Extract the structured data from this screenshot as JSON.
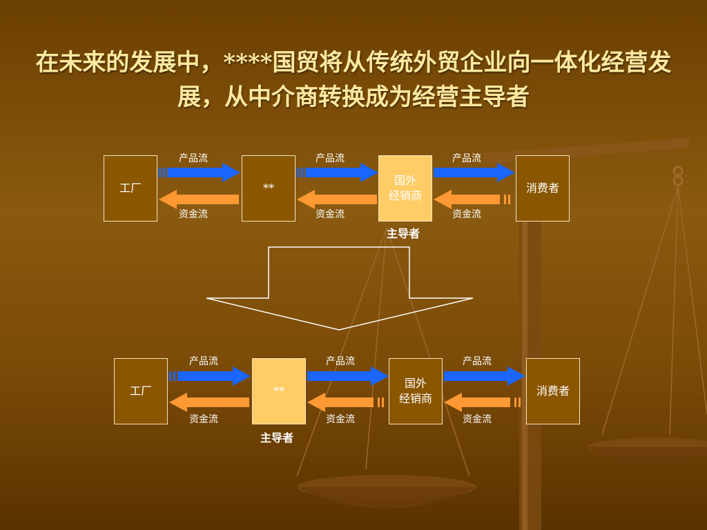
{
  "slide": {
    "title": "在未来的发展中，****国贸将从传统外贸企业向一体化经营发展，从中介商转换成为经营主导者"
  },
  "colors": {
    "product_flow": "#1a66ff",
    "capital_flow": "#ff9933",
    "leader_box": "#ffcc66",
    "node_box": "#8a5600"
  },
  "top_chain": {
    "nodes": [
      "工厂",
      "**",
      "国外\n经销商",
      "消费者"
    ],
    "product_flow_label": "产品流",
    "capital_flow_label": "资金流",
    "leader_label": "主导者"
  },
  "bottom_chain": {
    "nodes": [
      "工厂",
      "**",
      "国外\n经销商",
      "消费者"
    ],
    "product_flow_label": "产品流",
    "capital_flow_label": "资金流",
    "leader_label": "主导者"
  }
}
